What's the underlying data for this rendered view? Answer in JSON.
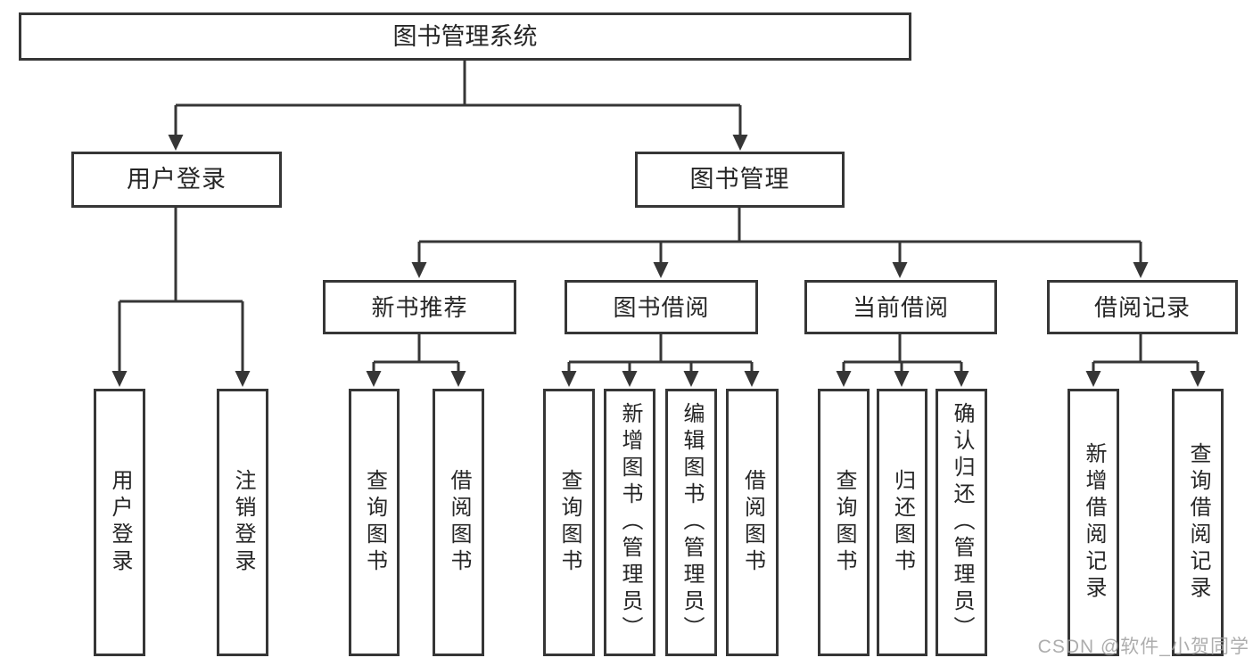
{
  "diagram": {
    "root": {
      "label": "图书管理系统"
    },
    "branches": [
      {
        "label": "用户登录",
        "children": [
          {
            "label": "用户登录"
          },
          {
            "label": "注销登录"
          }
        ]
      },
      {
        "label": "图书管理",
        "sections": [
          {
            "label": "新书推荐",
            "children": [
              {
                "label": "查询图书"
              },
              {
                "label": "借阅图书"
              }
            ]
          },
          {
            "label": "图书借阅",
            "children": [
              {
                "label": "查询图书"
              },
              {
                "label": "新增图书（管理员）"
              },
              {
                "label": "编辑图书（管理员）"
              },
              {
                "label": "借阅图书"
              }
            ]
          },
          {
            "label": "当前借阅",
            "children": [
              {
                "label": "查询图书"
              },
              {
                "label": "归还图书"
              },
              {
                "label": "确认归还（管理员）"
              }
            ]
          },
          {
            "label": "借阅记录",
            "children": [
              {
                "label": "新增借阅记录"
              },
              {
                "label": "查询借阅记录"
              }
            ]
          }
        ]
      }
    ]
  },
  "watermark": {
    "text": "CSDN @软件_小贺同学"
  },
  "colors": {
    "line": "#363636",
    "text": "#262626",
    "watermark": "#9f9f9f",
    "background": "#ffffff"
  }
}
